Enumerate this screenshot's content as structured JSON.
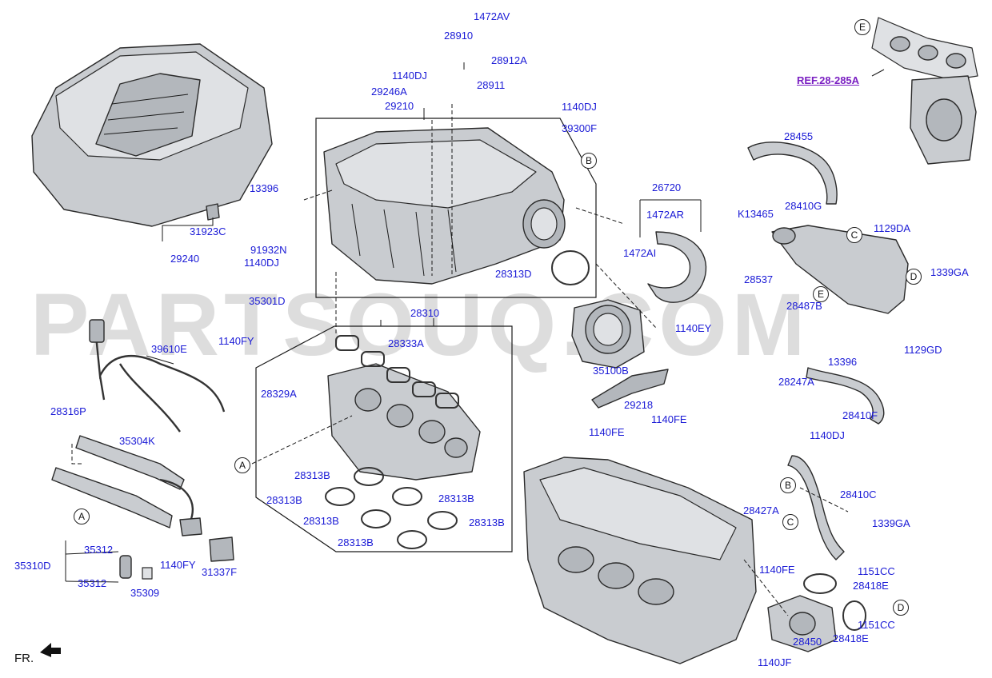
{
  "watermark": "PARTSOUQ.COM",
  "front_label": "FR.",
  "ref_link": "REF.28-285A",
  "callouts": [
    "A",
    "B",
    "C",
    "D",
    "E"
  ],
  "part_labels": [
    "1472AV",
    "28910",
    "28912A",
    "1140DJ",
    "28911",
    "29246A",
    "29210",
    "1140DJ",
    "39300F",
    "13396",
    "31923C",
    "29240",
    "91932N",
    "1140DJ",
    "35301D",
    "1140FY",
    "39610E",
    "26720",
    "1472AR",
    "1472AI",
    "28313D",
    "28310",
    "28333A",
    "28329A",
    "35100B",
    "1140EY",
    "29218",
    "1140FE",
    "1140FE",
    "28455",
    "K13465",
    "28410G",
    "1129DA",
    "28537",
    "28487B",
    "1339GA",
    "13396",
    "1129GD",
    "28247A",
    "28410F",
    "28316P",
    "35304K",
    "28313B",
    "28313B",
    "28313B",
    "28313B",
    "28313B",
    "28313B",
    "35312",
    "35310D",
    "35312",
    "35309",
    "1140FY",
    "31337F",
    "1140DJ",
    "28410C",
    "28427A",
    "1339GA",
    "1140FE",
    "1151CC",
    "28418E",
    "1151CC",
    "28418E",
    "28450",
    "1140JF"
  ]
}
